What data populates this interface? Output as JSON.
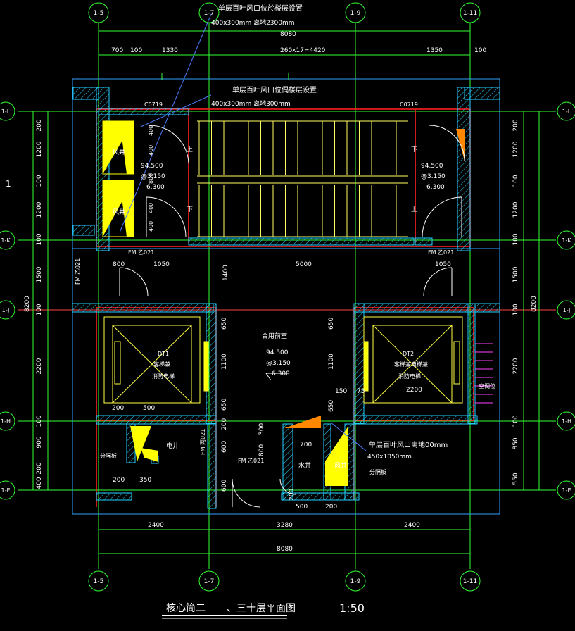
{
  "axes": {
    "vertical": [
      "1-5",
      "1-7",
      "1-9",
      "1-11"
    ],
    "horizontal": [
      "1-L",
      "1-K",
      "1-J",
      "1-H",
      "1-E"
    ]
  },
  "dims": {
    "top_total": "8080",
    "top_parts": [
      "700",
      "100",
      "1330",
      "260x17=4420",
      "1350",
      "100"
    ],
    "bottom_parts": [
      "2400",
      "3280",
      "2400"
    ],
    "bottom_total": "8080",
    "left_parts": [
      "200",
      "1200",
      "100",
      "1200",
      "100",
      "1500",
      "100",
      "2200",
      "100",
      "900",
      "200",
      "400"
    ],
    "right_parts": [
      "200",
      "1200",
      "100",
      "1200",
      "100",
      "1500",
      "100",
      "2200",
      "100",
      "850",
      "550"
    ],
    "side_total": "8200",
    "mid": {
      "d800": "800",
      "d1050l": "1050",
      "d5000": "5000",
      "d1050r": "1050",
      "d1400": "1400",
      "d650a": "650",
      "d1100a": "1100",
      "d650b": "650",
      "d200": "200",
      "d650c": "650",
      "d1100b": "1100",
      "d150": "150",
      "d75": "75",
      "d650d": "650",
      "d200e": "200",
      "d500": "500",
      "d2200": "2200",
      "d700": "700",
      "d500b": "500",
      "d200b": "200",
      "d200c": "200",
      "d350": "350",
      "d600": "600",
      "d600b": "600",
      "d800b": "800",
      "d300": "300",
      "d200d": "200"
    },
    "vert_small": [
      "400",
      "400",
      "800",
      "400",
      "400"
    ]
  },
  "notes": {
    "top1": "单层百叶风口位於楼层设置",
    "top1b": "400x300mm      离地2300mm",
    "top2": "单层百叶风口位偶楼层设置",
    "top2b": "400x300mm      离地300mm",
    "right_vent": "单层百叶风口离地00mm",
    "right_vent_b": "450x1050mm"
  },
  "labels": {
    "fengjing": "风井",
    "up": "上",
    "down": "下",
    "elev_stair": [
      "94.500",
      "@3.150",
      "6.300"
    ],
    "elev_lobby": [
      "94.500",
      "@3.150",
      "6.300"
    ],
    "lobby": "合用前室",
    "dt1": "DT1",
    "dt1_name": "客梯兼",
    "dt1_sub": "消防电梯",
    "dt2": "DT2",
    "dt2_name": "客梯兼电梯兼",
    "dt2_sub": "消防电梯",
    "dianjing": "电井",
    "shuijing": "水井",
    "fenjixiang": "分隔板",
    "fenjixiang2": "分隔板",
    "kongtiao": "空调位",
    "fm_zj021": "FM 乙021",
    "fm_zj021b": "FM 乙021",
    "fm_zj021c": "FM 乙021",
    "fm_zj021d": "FM 乙021",
    "fm_jing": "FM 丙021",
    "c0719": "C0719",
    "c0719b": "C0719",
    "number_1": "1"
  },
  "title": {
    "main": "核心筒二",
    "sub": "、三十层平面图",
    "scale": "1:50"
  }
}
